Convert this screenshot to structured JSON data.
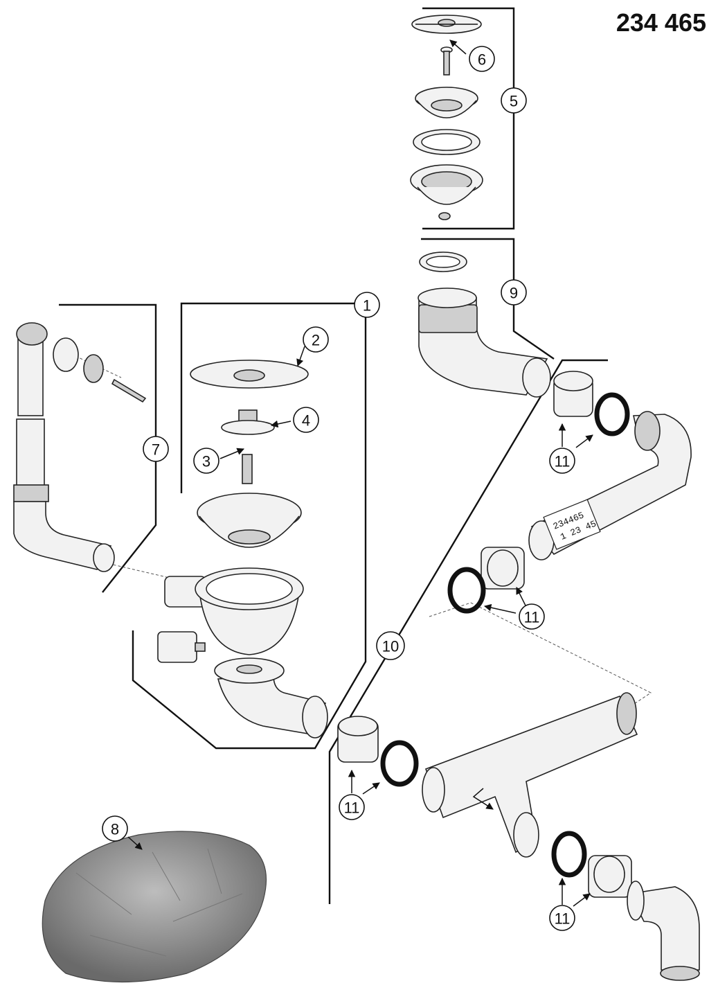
{
  "part_number": "234 465",
  "pipe_label": {
    "line1": "234465",
    "line2": "1 23 45"
  },
  "callouts": [
    "1",
    "2",
    "3",
    "4",
    "5",
    "6",
    "7",
    "8",
    "9",
    "10",
    "11"
  ]
}
